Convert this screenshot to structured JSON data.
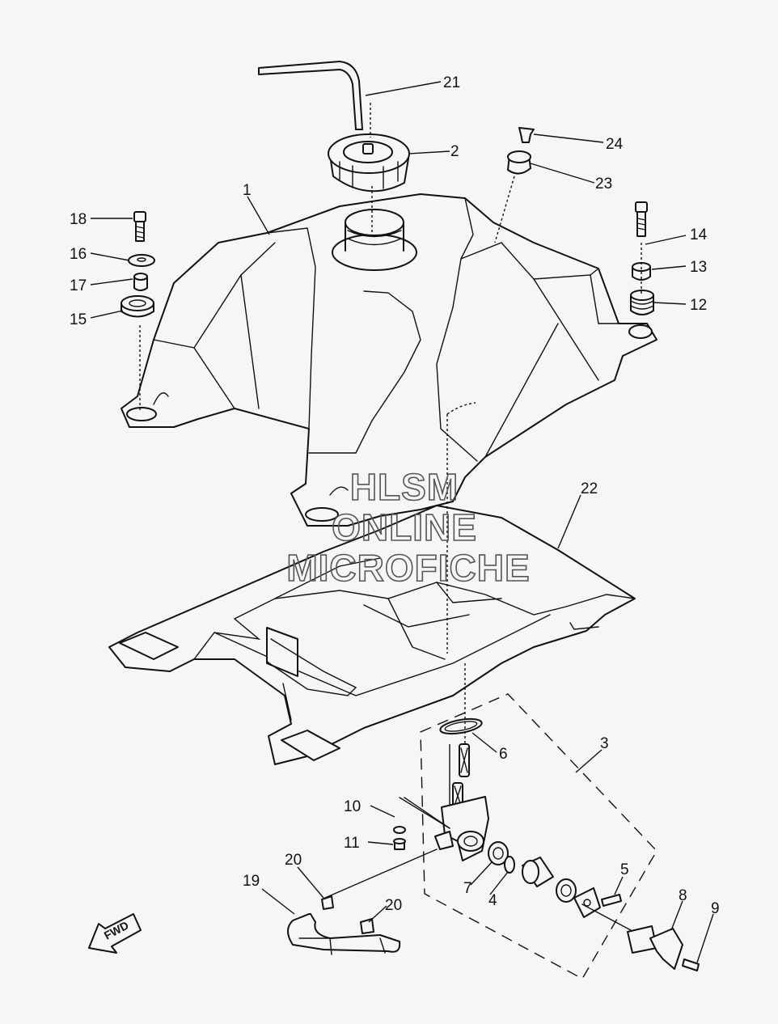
{
  "watermark": {
    "line1": "HLSM",
    "line2": "ONLINE",
    "line3": "MICROFICHE"
  },
  "direction_label": "FWD",
  "callouts": [
    {
      "id": "c1",
      "text": "1"
    },
    {
      "id": "c2",
      "text": "2"
    },
    {
      "id": "c3",
      "text": "3"
    },
    {
      "id": "c4",
      "text": "4"
    },
    {
      "id": "c5",
      "text": "5"
    },
    {
      "id": "c6",
      "text": "6"
    },
    {
      "id": "c7",
      "text": "7"
    },
    {
      "id": "c8",
      "text": "8"
    },
    {
      "id": "c9",
      "text": "9"
    },
    {
      "id": "c10",
      "text": "10"
    },
    {
      "id": "c11",
      "text": "11"
    },
    {
      "id": "c12",
      "text": "12"
    },
    {
      "id": "c13",
      "text": "13"
    },
    {
      "id": "c14",
      "text": "14"
    },
    {
      "id": "c15",
      "text": "15"
    },
    {
      "id": "c16",
      "text": "16"
    },
    {
      "id": "c17",
      "text": "17"
    },
    {
      "id": "c18",
      "text": "18"
    },
    {
      "id": "c19",
      "text": "19"
    },
    {
      "id": "c20a",
      "text": "20"
    },
    {
      "id": "c20b",
      "text": "20"
    },
    {
      "id": "c21",
      "text": "21"
    },
    {
      "id": "c22",
      "text": "22"
    },
    {
      "id": "c23",
      "text": "23"
    },
    {
      "id": "c24",
      "text": "24"
    }
  ]
}
